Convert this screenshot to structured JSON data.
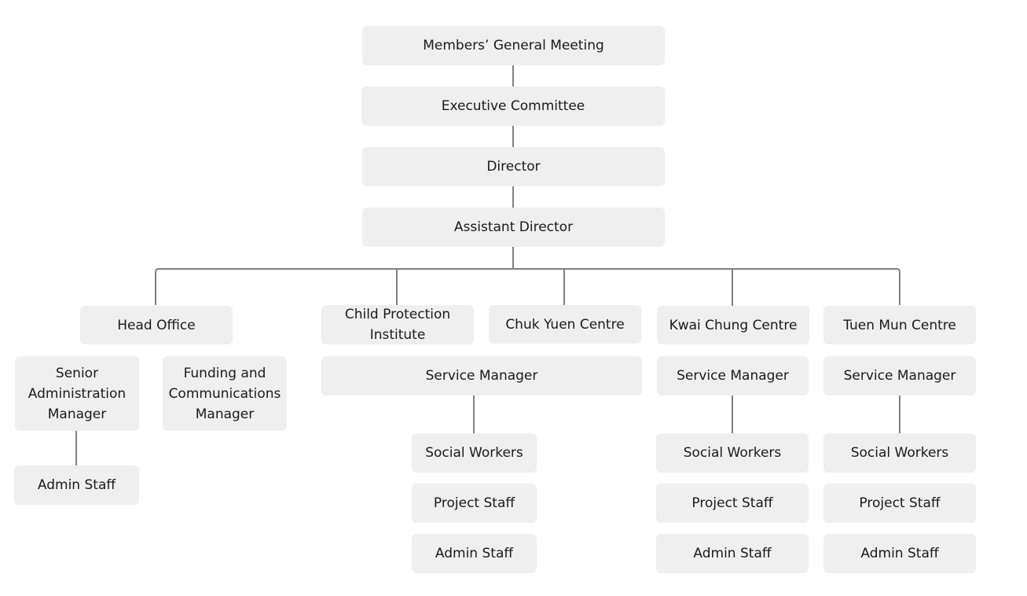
{
  "org_chart": {
    "members_meeting": "Members’ General Meeting",
    "executive_committee": "Executive Committee",
    "director": "Director",
    "assistant_director": "Assistant Director",
    "head_office": {
      "label": "Head Office",
      "senior_admin_manager": "Senior Administration Manager",
      "funding_comms_manager": "Funding and Communications Manager",
      "admin_staff": "Admin Staff"
    },
    "child_protection_institute": "Child Protection Institute",
    "chuk_yuen_centre": "Chuk Yuen Centre",
    "cpi_cy_service": {
      "service_manager": "Service Manager",
      "social_workers": "Social Workers",
      "project_staff": "Project Staff",
      "admin_staff": "Admin Staff"
    },
    "kwai_chung_centre": {
      "label": "Kwai Chung Centre",
      "service_manager": "Service Manager",
      "social_workers": "Social Workers",
      "project_staff": "Project Staff",
      "admin_staff": "Admin Staff"
    },
    "tuen_mun_centre": {
      "label": "Tuen Mun Centre",
      "service_manager": "Service Manager",
      "social_workers": "Social Workers",
      "project_staff": "Project Staff",
      "admin_staff": "Admin Staff"
    }
  },
  "colors": {
    "node_fill": "#efefef",
    "connector": "#808080",
    "text": "#1a1a1a"
  }
}
